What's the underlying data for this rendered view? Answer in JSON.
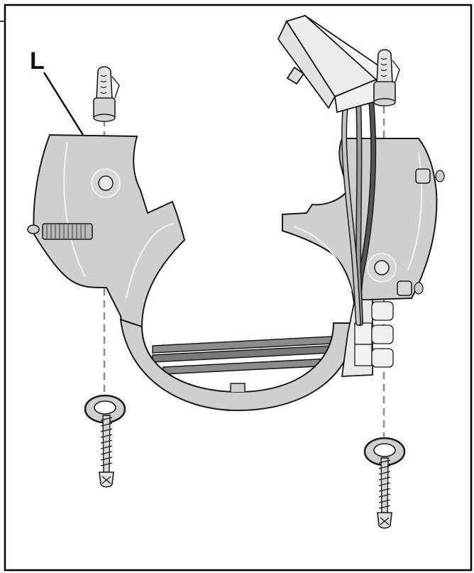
{
  "diagram": {
    "callouts": [
      {
        "id": "L",
        "text": "L"
      }
    ],
    "parts": [
      "bracket-left-half",
      "bracket-right-half",
      "wall-anchor-left",
      "wall-anchor-right",
      "washer-left",
      "washer-right",
      "screw-left",
      "screw-right",
      "cable-connector",
      "cables",
      "terminal-block",
      "threaded-pin"
    ],
    "colors": {
      "part_fill": "#cfcfcf",
      "part_light": "#e6e6e6",
      "outline": "#1a1a1a",
      "dashed_guide": "#8a8a8a",
      "cable_dark": "#555555",
      "cable_light": "#bdbdbd",
      "frame": "#000000"
    }
  }
}
